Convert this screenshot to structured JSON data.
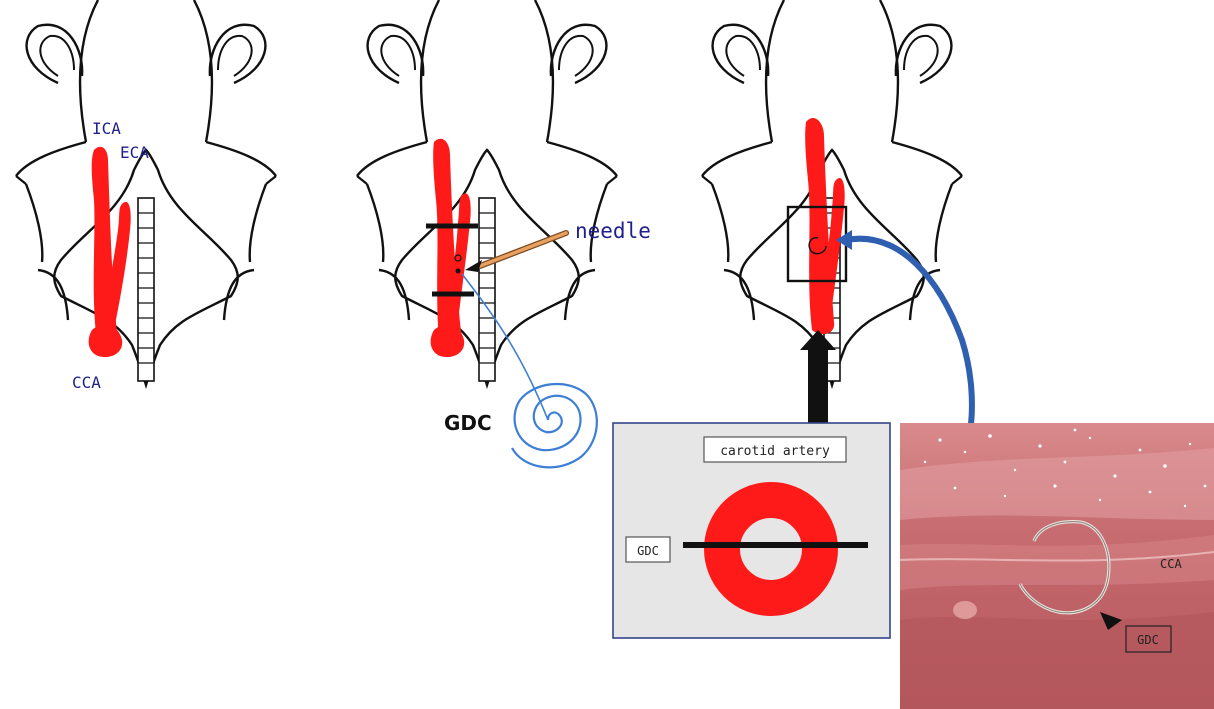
{
  "panel1": {
    "label_ica": "ICA",
    "label_eca": "ECA",
    "label_cca": "CCA"
  },
  "panel2": {
    "label_needle": "needle",
    "label_gdc": "GDC"
  },
  "inset_diagram": {
    "label_artery": "carotid artery",
    "label_gdc": "GDC"
  },
  "photo": {
    "label_cca": "CCA",
    "label_gdc": "GDC"
  },
  "colors": {
    "artery_red": "#ff1a1a",
    "label_blue": "#1f1f8f",
    "coil_blue": "#3d7fd4",
    "needle_orange": "#e8a060",
    "inset_bg": "#e6e6e6",
    "photo_tissue": "#c46a6e"
  }
}
